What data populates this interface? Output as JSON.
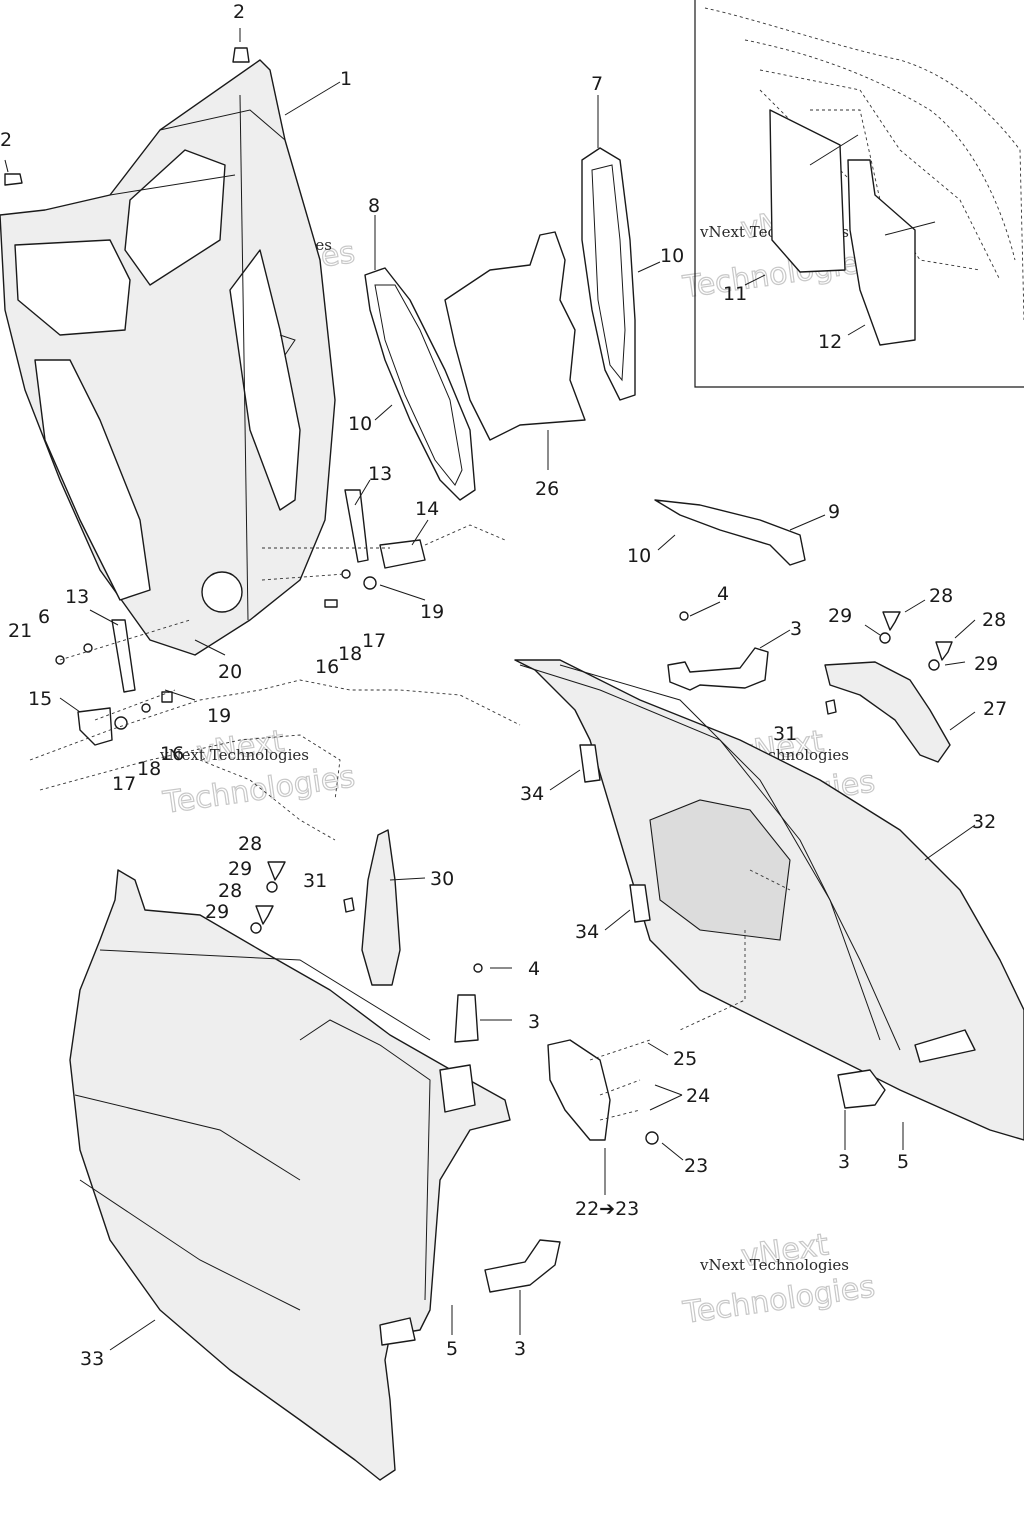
{
  "watermark": {
    "line1": "vNext Technologies",
    "line2": "vNext",
    "line3": "Technologies"
  },
  "callouts": {
    "c1": "1",
    "c2a": "2",
    "c2b": "2",
    "c3a": "3",
    "c3b": "3",
    "c3c": "3",
    "c3d": "3",
    "c4a": "4",
    "c4b": "4",
    "c5a": "5",
    "c5b": "5",
    "c6": "6",
    "c7": "7",
    "c8": "8",
    "c9": "9",
    "c10a": "10",
    "c10b": "10",
    "c10c": "10",
    "c11": "11",
    "c12": "12",
    "c13a": "13",
    "c13b": "13",
    "c14": "14",
    "c15": "15",
    "c16a": "16",
    "c16b": "16",
    "c17a": "17",
    "c17b": "17",
    "c18a": "18",
    "c18b": "18",
    "c19a": "19",
    "c19b": "19",
    "c20": "20",
    "c21": "21",
    "c22": "22➔23",
    "c23": "23",
    "c24": "24",
    "c25": "25",
    "c26": "26",
    "c27": "27",
    "c28a": "28",
    "c28b": "28",
    "c28c": "28",
    "c28d": "28",
    "c29a": "29",
    "c29b": "29",
    "c29c": "29",
    "c29d": "29",
    "c30": "30",
    "c31a": "31",
    "c31b": "31",
    "c32": "32",
    "c33": "33",
    "c34a": "34",
    "c34b": "34"
  }
}
